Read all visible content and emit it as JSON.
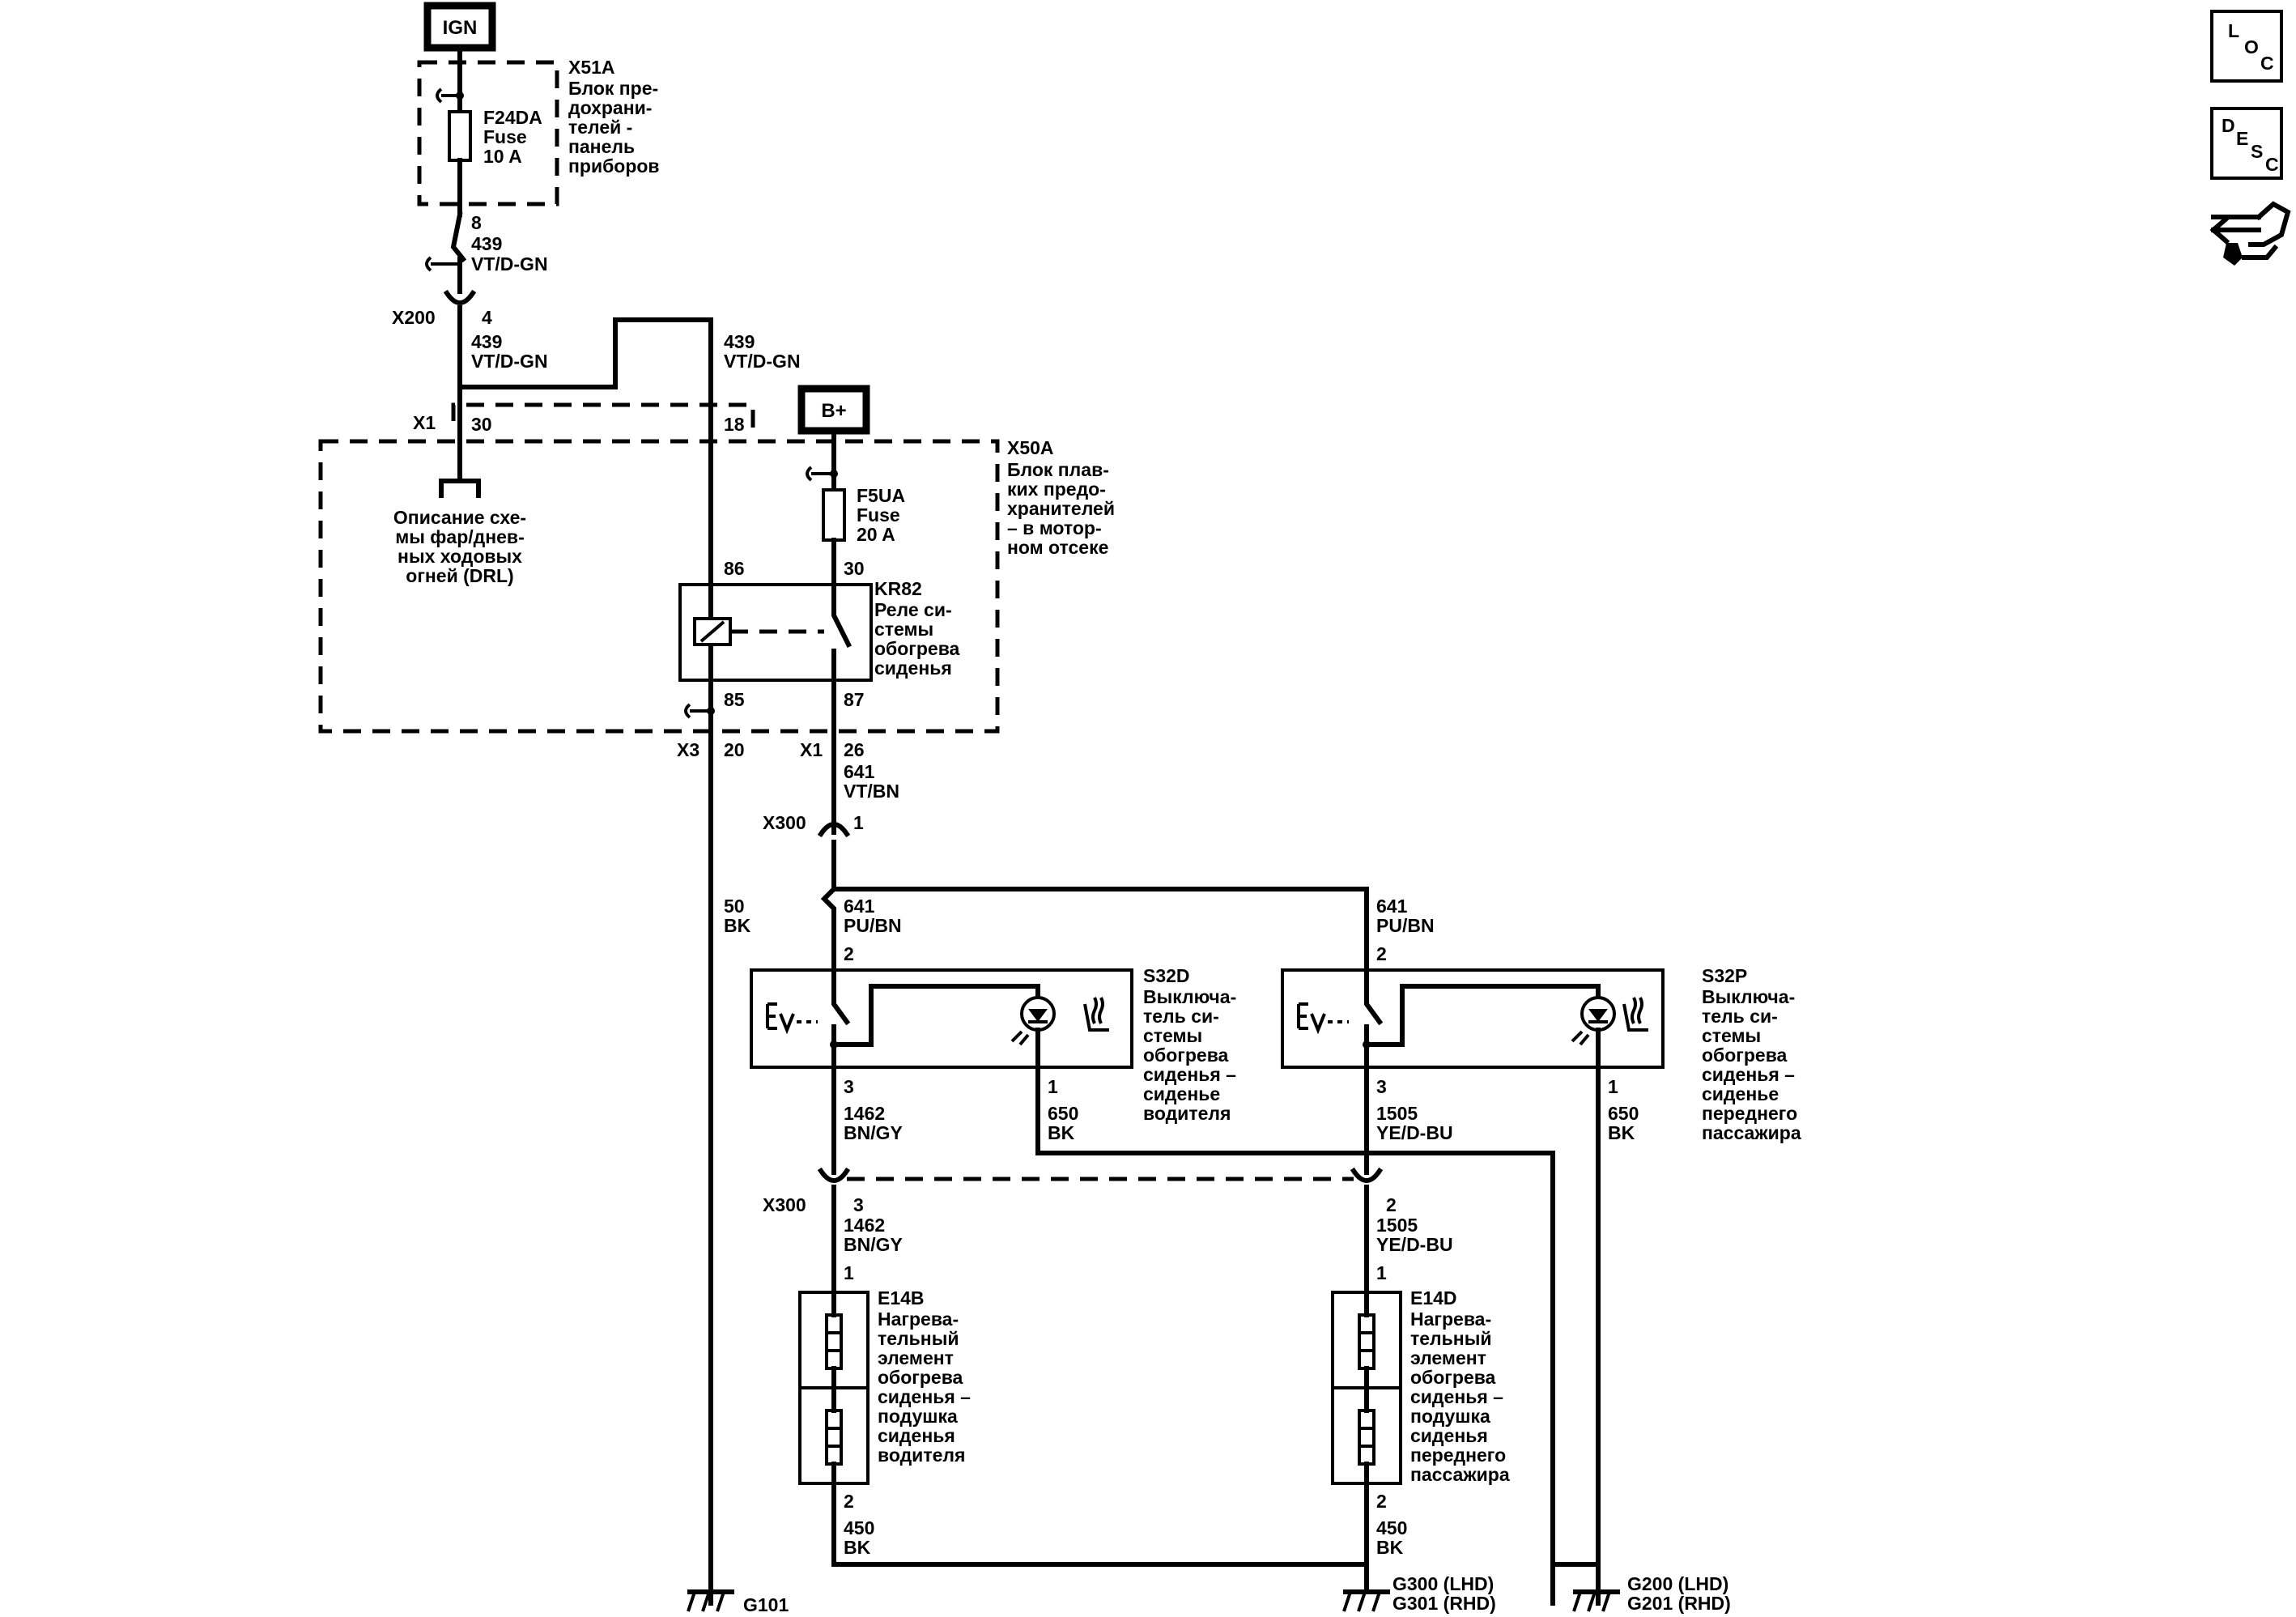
{
  "sources": {
    "ign": "IGN",
    "bplus": "B+"
  },
  "x51a": {
    "id": "X51A",
    "desc": [
      "Блок пре-",
      "дохрани-",
      "телей -",
      "панель",
      "приборов"
    ]
  },
  "f24da": {
    "id": "F24DA",
    "type": "Fuse",
    "rating": "10 A"
  },
  "w_ign_out": {
    "pin": "8",
    "circuit": "439",
    "color": "VT/D-GN"
  },
  "x200": {
    "id": "X200",
    "pin": "4",
    "circuit": "439",
    "color": "VT/D-GN"
  },
  "w439_right": {
    "circuit": "439",
    "color": "VT/D-GN"
  },
  "x1_top": {
    "id": "X1",
    "pin_a": "30",
    "pin_b": "18"
  },
  "drl": {
    "lines": [
      "Описание схе-",
      "мы фар/днев-",
      "ных ходовых",
      "огней (DRL)"
    ]
  },
  "x50a": {
    "id": "X50A",
    "desc": [
      "Блок плав-",
      "ких предо-",
      "хранителей",
      "– в мотор-",
      "ном отсеке"
    ]
  },
  "f5ua": {
    "id": "F5UA",
    "type": "Fuse",
    "rating": "20 A"
  },
  "kr82": {
    "id": "KR82",
    "desc": [
      "Реле си-",
      "стемы",
      "обогрева",
      "сиденья"
    ],
    "pin86": "86",
    "pin30": "30",
    "pin85": "85",
    "pin87": "87"
  },
  "x3": {
    "id": "X3",
    "pin": "20"
  },
  "x1_bot": {
    "id": "X1",
    "pin": "26"
  },
  "w641_vtbn": {
    "circuit": "641",
    "color": "VT/BN"
  },
  "x300_a": {
    "id": "X300",
    "pin": "1"
  },
  "w50": {
    "circuit": "50",
    "color": "BK"
  },
  "w641_left": {
    "circuit": "641",
    "color": "PU/BN",
    "pin": "2"
  },
  "w641_right": {
    "circuit": "641",
    "color": "PU/BN",
    "pin": "2"
  },
  "s32d": {
    "id": "S32D",
    "desc": [
      "Выключа-",
      "тель си-",
      "стемы",
      "обогрева",
      "сиденья –",
      "сиденье",
      "водителя"
    ]
  },
  "s32p": {
    "id": "S32P",
    "desc": [
      "Выключа-",
      "тель си-",
      "стемы",
      "обогрева",
      "сиденья –",
      "сиденье",
      "переднего",
      "пассажира"
    ]
  },
  "w1462_top": {
    "pin": "3",
    "circuit": "1462",
    "color": "BN/GY"
  },
  "w650_left": {
    "pin": "1",
    "circuit": "650",
    "color": "BK"
  },
  "w1505_top": {
    "pin": "3",
    "circuit": "1505",
    "color": "YE/D-BU"
  },
  "w650_right": {
    "pin": "1",
    "circuit": "650",
    "color": "BK"
  },
  "x300_b": {
    "id": "X300",
    "pin_a": "3",
    "pin_b": "2"
  },
  "w1462_bot": {
    "circuit": "1462",
    "color": "BN/GY",
    "pin": "1"
  },
  "w1505_bot": {
    "circuit": "1505",
    "color": "YE/D-BU",
    "pin": "1"
  },
  "e14b": {
    "id": "E14B",
    "desc": [
      "Нагрева-",
      "тельный",
      "элемент",
      "обогрева",
      "сиденья –",
      "подушка",
      "сиденья",
      "водителя"
    ]
  },
  "e14d": {
    "id": "E14D",
    "desc": [
      "Нагрева-",
      "тельный",
      "элемент",
      "обогрева",
      "сиденья –",
      "подушка",
      "сиденья",
      "переднего",
      "пассажира"
    ]
  },
  "w450_left": {
    "pin": "2",
    "circuit": "450",
    "color": "BK"
  },
  "w450_right": {
    "pin": "2",
    "circuit": "450",
    "color": "BK"
  },
  "grounds": {
    "g101": "G101",
    "g300": "G300 (LHD)",
    "g301": "G301 (RHD)",
    "g200": "G200 (LHD)",
    "g201": "G201 (RHD)"
  },
  "side_icons": {
    "loc": [
      "L",
      "O",
      "C"
    ],
    "desc": [
      "D",
      "E",
      "S",
      "C"
    ],
    "nav": "connector-navigation-icon"
  }
}
